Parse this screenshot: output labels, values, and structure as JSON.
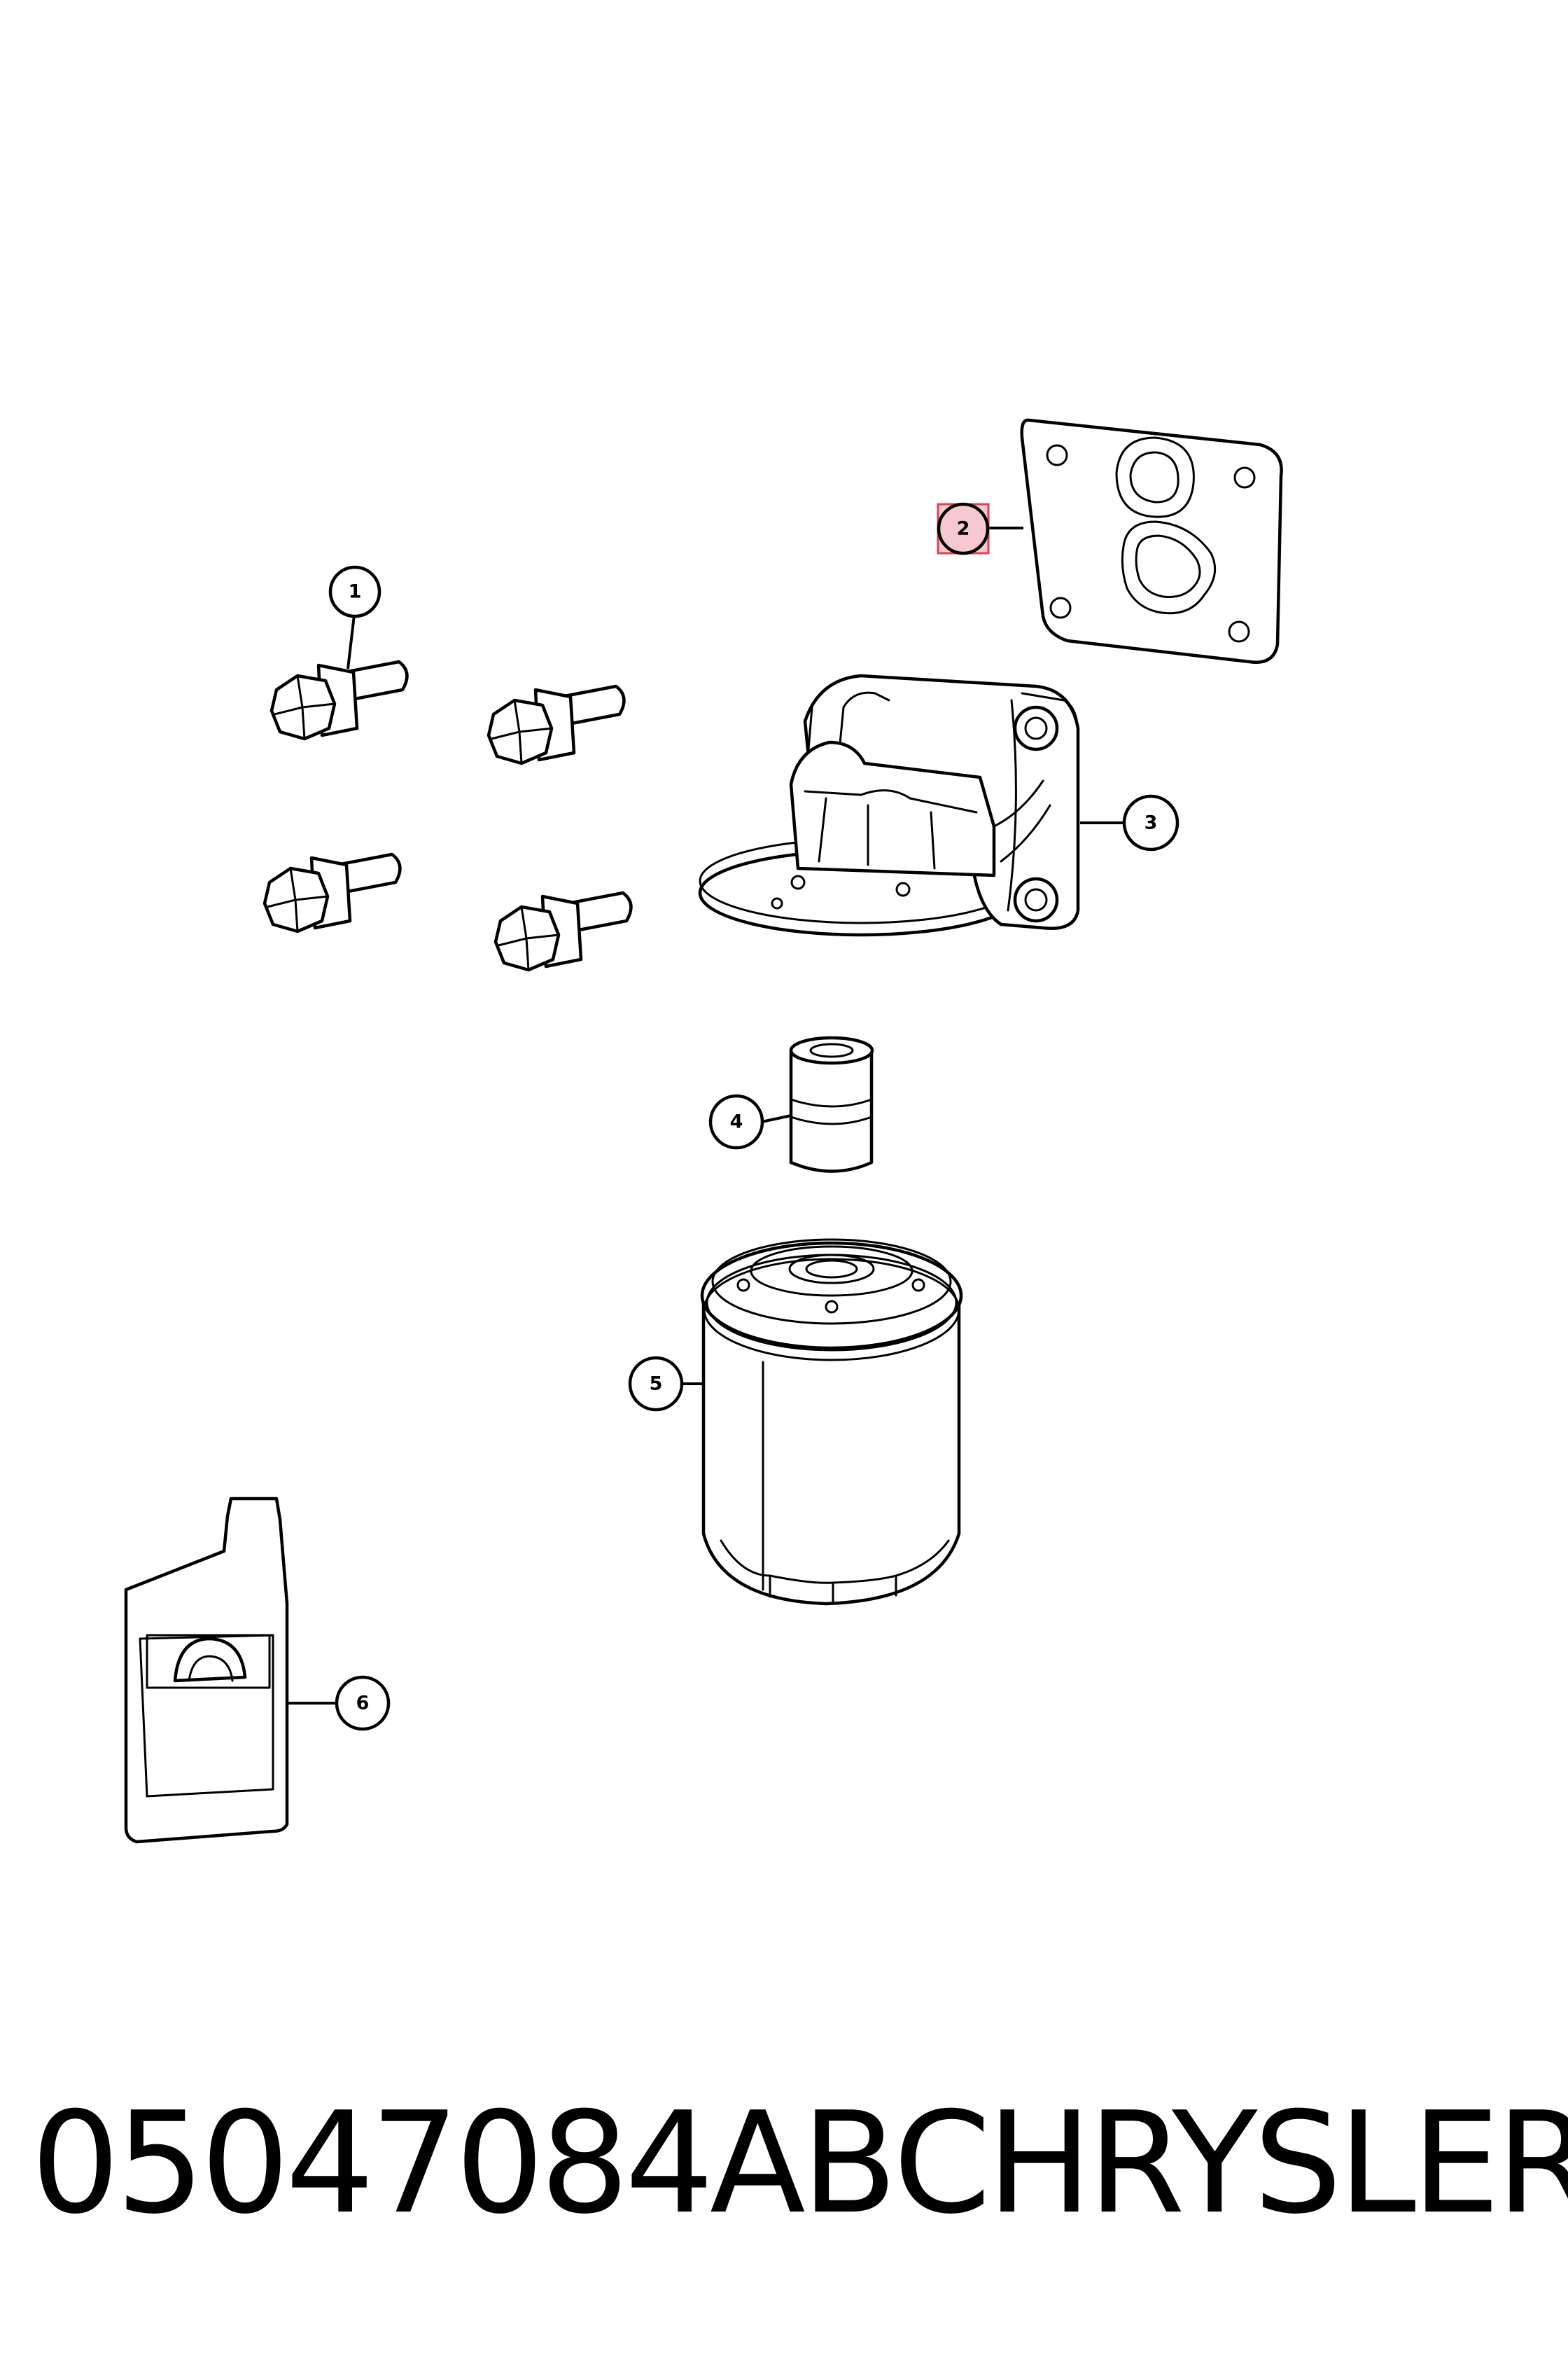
{
  "callouts": [
    {
      "id": "1",
      "label": "1",
      "part": "bolt"
    },
    {
      "id": "2",
      "label": "2",
      "part": "gasket",
      "highlighted": true
    },
    {
      "id": "3",
      "label": "3",
      "part": "oil-filter-adapter"
    },
    {
      "id": "4",
      "label": "4",
      "part": "filter-nipple"
    },
    {
      "id": "5",
      "label": "5",
      "part": "oil-filter"
    },
    {
      "id": "6",
      "label": "6",
      "part": "engine-oil-bottle"
    }
  ],
  "caption": {
    "part_number": "05047084AB",
    "brand": "CHRYSLER"
  },
  "colors": {
    "line": "#000000",
    "background": "#ffffff",
    "highlight_fill": "#f6c9d0",
    "highlight_stroke": "#e0404f"
  }
}
